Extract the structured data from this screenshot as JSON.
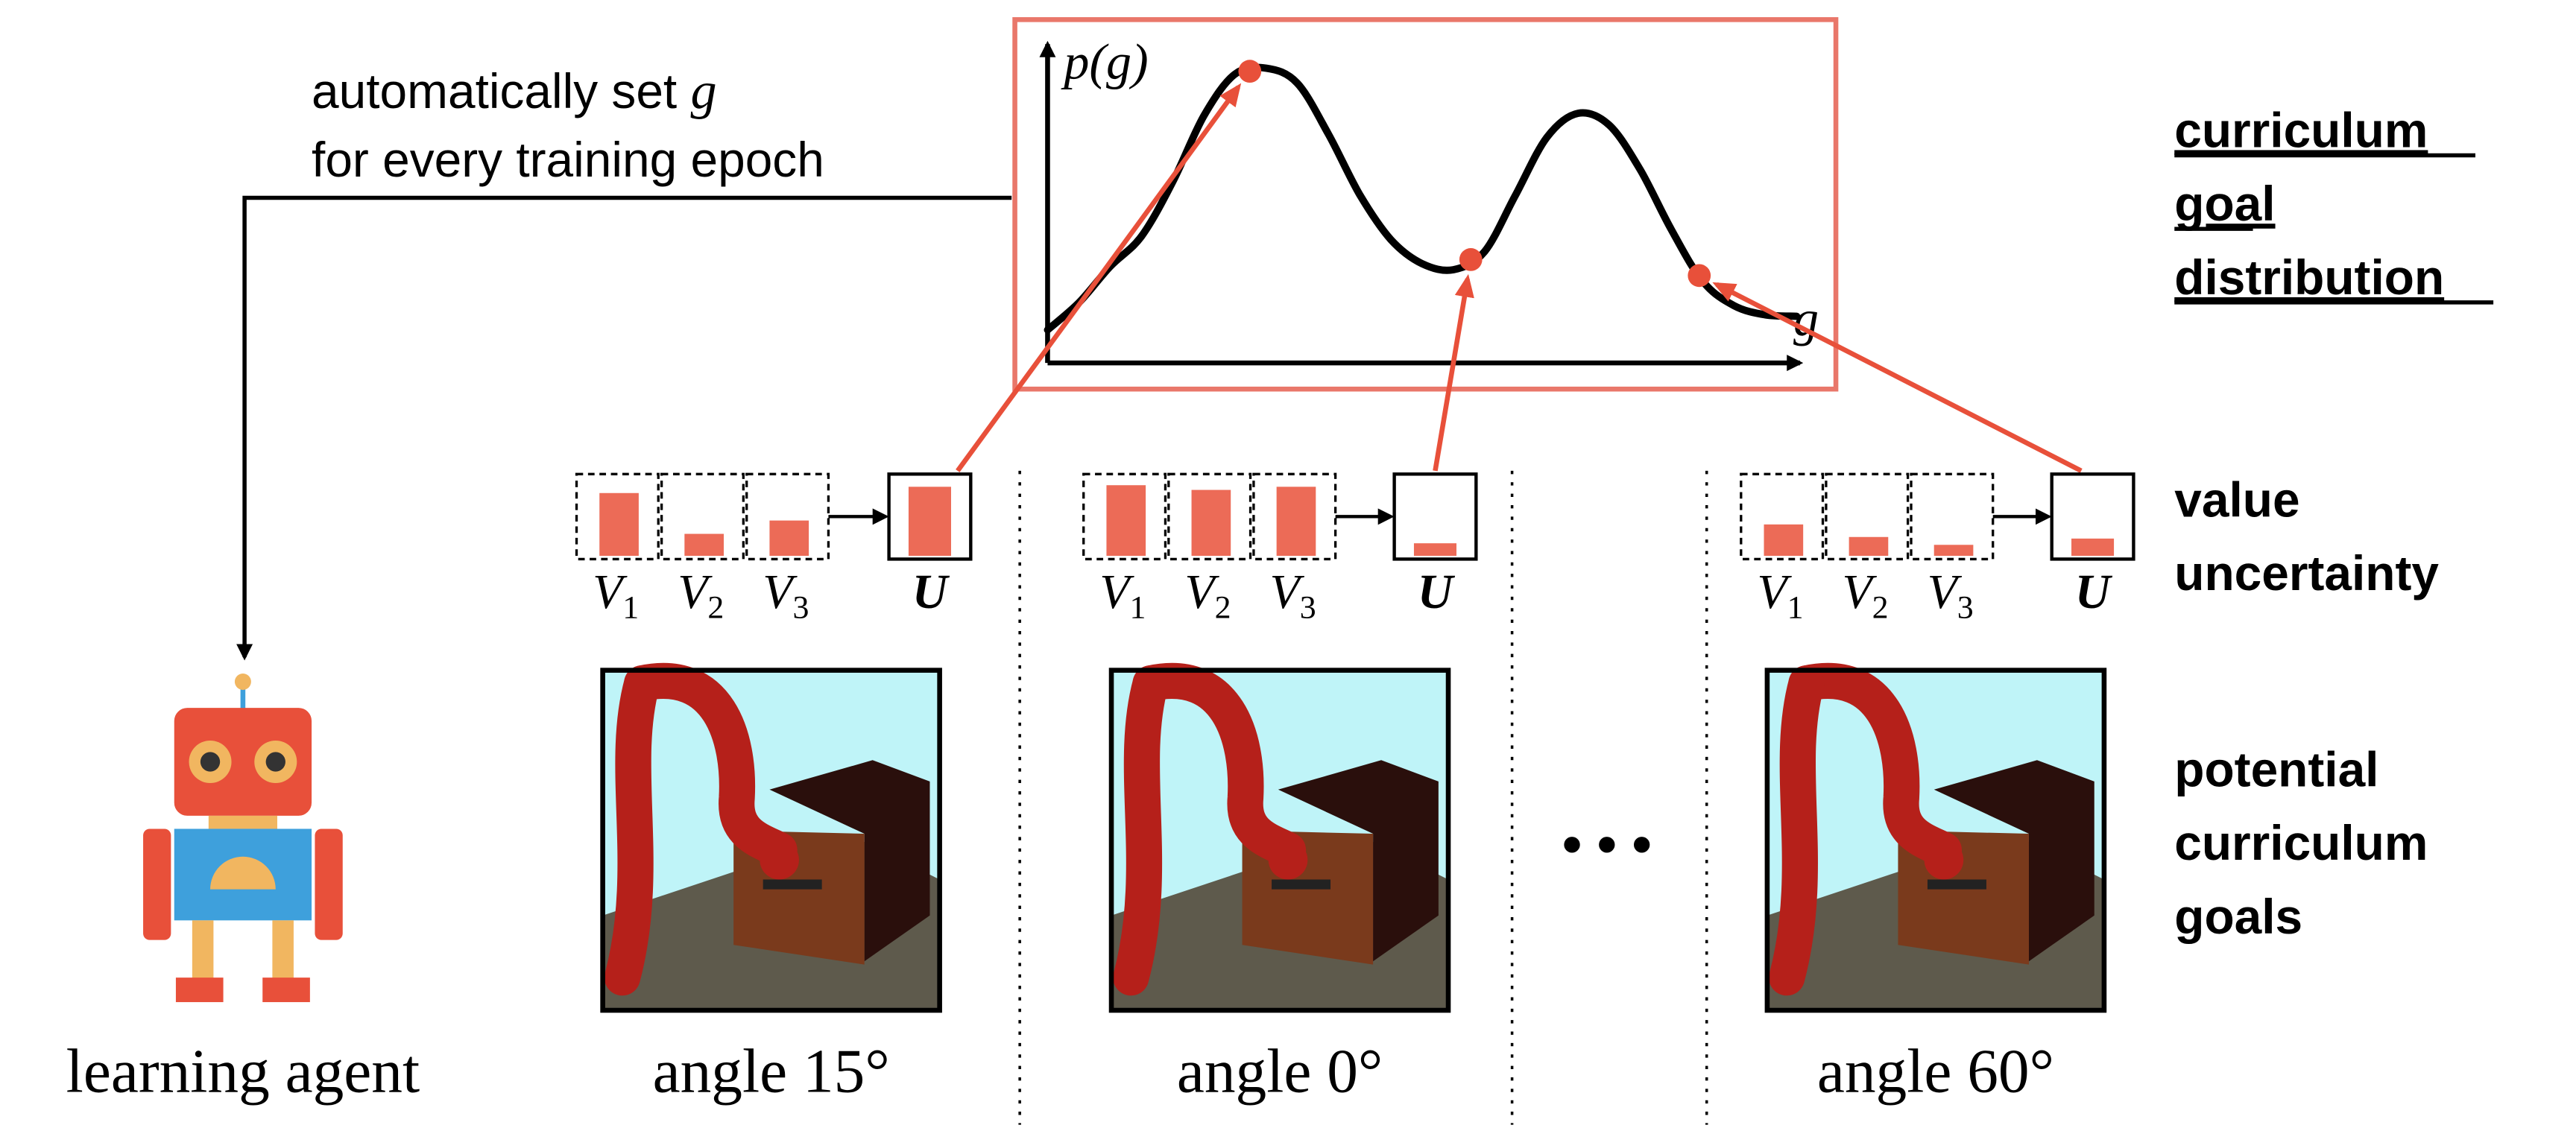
{
  "colors": {
    "accent": "#e8503a",
    "bar": "#ec6b57",
    "frame": "#e9776a",
    "ink": "#000000",
    "sky": "#bff4f8",
    "floor": "#5e5a4c",
    "box_dark": "#2a0f0c",
    "box_wood": "#7a3a1c",
    "arm": "#b5201a"
  },
  "top_note": {
    "line1": "automatically set ",
    "var": "g",
    "line2": "for every training epoch"
  },
  "plot": {
    "y_label": "p(g)",
    "x_label": "g",
    "curve_samples": [
      0.11,
      0.2,
      0.32,
      0.42,
      0.6,
      0.82,
      0.96,
      0.98,
      0.93,
      0.76,
      0.56,
      0.41,
      0.33,
      0.31,
      0.37,
      0.56,
      0.75,
      0.83,
      0.79,
      0.64,
      0.44,
      0.27,
      0.19,
      0.16,
      0.155
    ],
    "highlight_points": [
      0.27,
      0.565,
      0.87
    ]
  },
  "right_labels": {
    "distribution": [
      "curriculum",
      "goal",
      "distribution"
    ],
    "uncertainty": [
      "value",
      "uncertainty"
    ],
    "goals": [
      "potential",
      "curriculum",
      "goals"
    ]
  },
  "panels": [
    {
      "caption": "angle 15°",
      "values": [
        0.8,
        0.28,
        0.45
      ],
      "uncertainty": 0.88,
      "labels": [
        {
          "v": "V",
          "s": "1"
        },
        {
          "v": "V",
          "s": "2"
        },
        {
          "v": "V",
          "s": "3"
        }
      ],
      "u_label": "U",
      "target_point": 0
    },
    {
      "caption": "angle 0°",
      "values": [
        0.9,
        0.84,
        0.88
      ],
      "uncertainty": 0.16,
      "labels": [
        {
          "v": "V",
          "s": "1"
        },
        {
          "v": "V",
          "s": "2"
        },
        {
          "v": "V",
          "s": "3"
        }
      ],
      "u_label": "U",
      "target_point": 1
    },
    {
      "caption": "angle 60°",
      "values": [
        0.4,
        0.24,
        0.14
      ],
      "uncertainty": 0.22,
      "labels": [
        {
          "v": "V",
          "s": "1"
        },
        {
          "v": "V",
          "s": "2"
        },
        {
          "v": "V",
          "s": "3"
        }
      ],
      "u_label": "U",
      "target_point": 2
    }
  ],
  "ellipsis": "• • •",
  "agent": {
    "caption": "learning agent",
    "face": "#e8503a",
    "body": "#3ea0dc",
    "limb": "#f1b660",
    "eye": "#f1b660",
    "dark": "#333333"
  }
}
